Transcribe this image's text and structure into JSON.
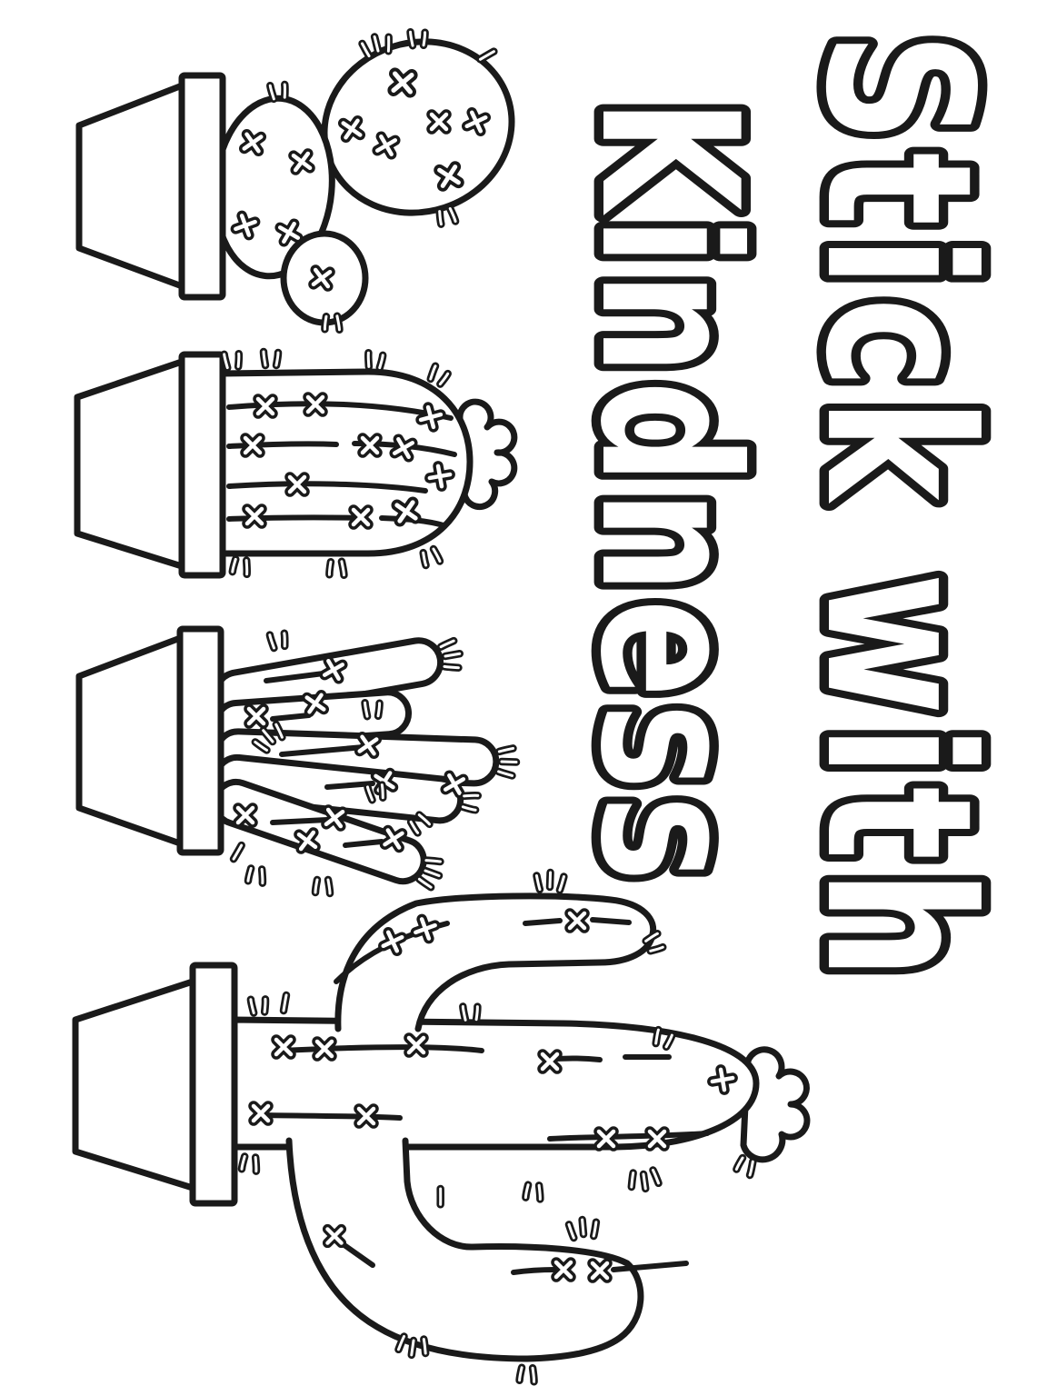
{
  "page": {
    "title_line1": "Stick with",
    "title_line2": "Kindness",
    "orientation_note": "text rotated 90 degrees clockwise"
  },
  "colors": {
    "ink": "#1a1a1a",
    "paper": "#ffffff"
  },
  "illustrations": [
    {
      "name": "prickly-pear-cactus-in-pot",
      "spine_style": "x-crosses"
    },
    {
      "name": "barrel-cactus-with-bloom-in-pot",
      "spine_style": "x-crosses"
    },
    {
      "name": "finger-cactus-cluster-in-pot",
      "spine_style": "x-crosses"
    },
    {
      "name": "saguaro-cactus-with-bloom-in-pot",
      "spine_style": "x-crosses"
    }
  ]
}
